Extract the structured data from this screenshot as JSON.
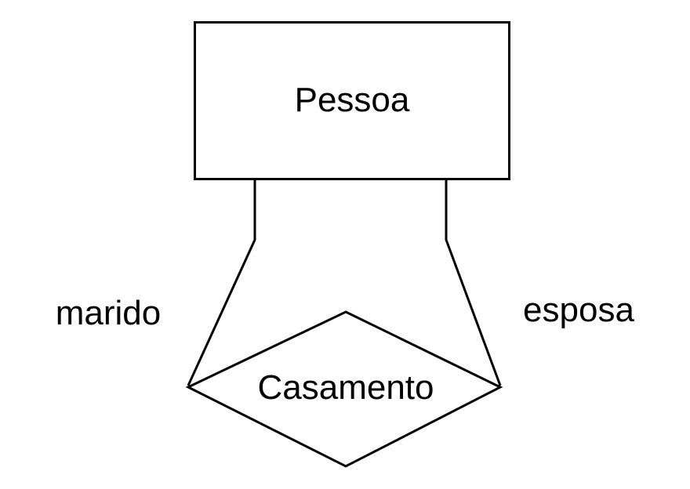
{
  "diagram": {
    "entity": {
      "label": "Pessoa"
    },
    "relationship": {
      "label": "Casamento"
    },
    "roles": {
      "left": "marido",
      "right": "esposa"
    },
    "colors": {
      "stroke": "#000000",
      "background": "#ffffff"
    }
  }
}
